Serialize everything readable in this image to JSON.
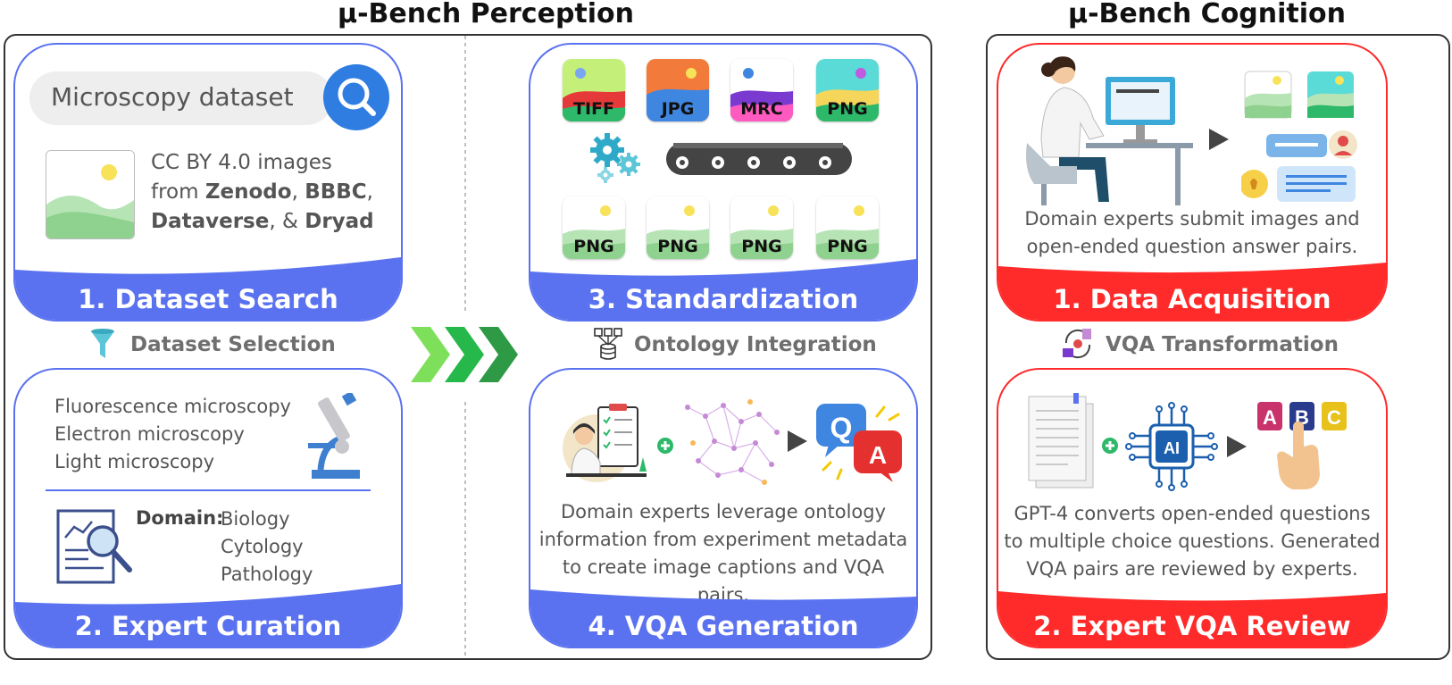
{
  "titles": {
    "perception": "μ-Bench Perception",
    "cognition": "μ-Bench Cognition"
  },
  "colors": {
    "blue": "#5a72f0",
    "red": "#ff2a2a",
    "text": "#555555",
    "arrows": [
      "#7ee05a",
      "#26b84a",
      "#2e9a45"
    ]
  },
  "dataset_search": {
    "search_placeholder": "Microscopy dataset",
    "search_icon": "search-icon",
    "license_line1": "CC BY 4.0 images",
    "from_word": "from ",
    "source1": "Zenodo",
    "sep1": ", ",
    "source2": "BBBC",
    "sep2": ",",
    "source3": "Dataverse",
    "sep3": ", & ",
    "source4": "Dryad",
    "label": "1. Dataset Search"
  },
  "dataset_selection": {
    "label": "Dataset Selection",
    "icon": "funnel-icon"
  },
  "expert_curation": {
    "modalities": [
      "Fluorescence microscopy",
      "Electron microscopy",
      "Light microscopy"
    ],
    "domain_label": "Domain:",
    "domains": [
      "Biology",
      "Cytology",
      "Pathology"
    ],
    "label": "2. Expert Curation"
  },
  "standardization": {
    "input_formats": [
      "TIFF",
      "JPG",
      "MRC",
      "PNG"
    ],
    "output_formats": [
      "PNG",
      "PNG",
      "PNG",
      "PNG"
    ],
    "label": "3. Standardization"
  },
  "ontology_integration": {
    "label": "Ontology Integration",
    "icon": "database-icon"
  },
  "vqa_generation": {
    "description": "Domain experts leverage ontology information from experiment metadata to create image captions and VQA pairs.",
    "q_letter": "Q",
    "a_letter": "A",
    "label": "4. VQA Generation"
  },
  "data_acquisition": {
    "description": "Domain experts submit images and open-ended question answer pairs.",
    "label": "1. Data Acquisition"
  },
  "vqa_transformation": {
    "label": "VQA Transformation",
    "icon": "transform-icon"
  },
  "expert_vqa_review": {
    "ai_label": "AI",
    "choices": [
      "A",
      "B",
      "C"
    ],
    "description": "GPT-4 converts open-ended questions to multiple choice questions. Generated VQA pairs are reviewed by experts.",
    "label": "2. Expert VQA Review"
  }
}
